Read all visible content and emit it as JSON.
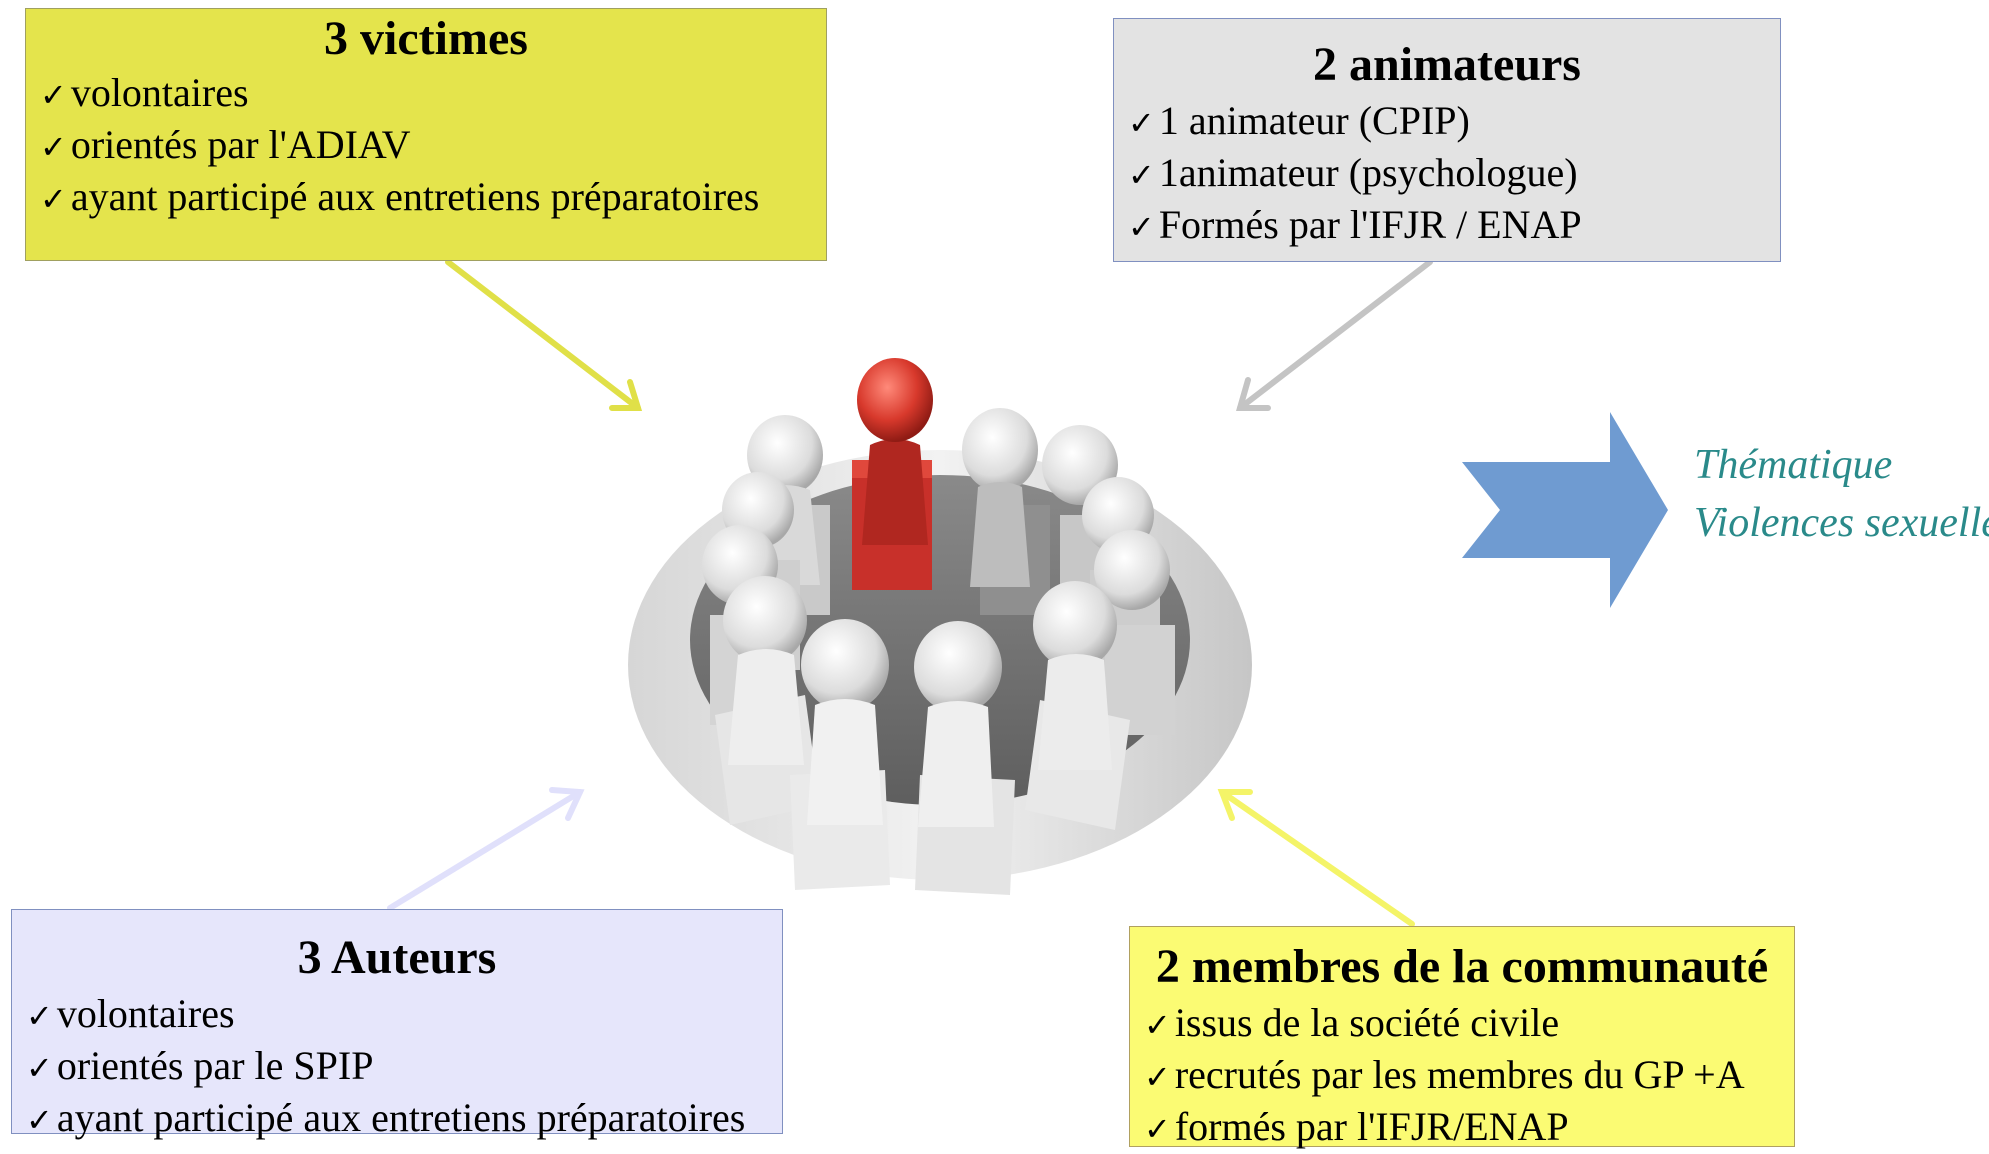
{
  "victims": {
    "title": "3 victimes",
    "items": [
      "volontaires",
      "orientés par l'ADIAV",
      "ayant participé aux entretiens préparatoires"
    ]
  },
  "animators": {
    "title": "2 animateurs",
    "items": [
      "1 animateur (CPIP)",
      "1animateur (psychologue)",
      "Formés par l'IFJR / ENAP"
    ]
  },
  "authors": {
    "title": "3 Auteurs",
    "items": [
      "volontaires",
      "orientés par le SPIP",
      "ayant participé aux entretiens préparatoires"
    ]
  },
  "community": {
    "title": "2 membres de la communauté",
    "items": [
      "issus de la société civile",
      "recrutés par les membres du GP +A",
      "formés par l'IFJR/ENAP"
    ]
  },
  "theme": {
    "line1": "Thématique",
    "line2": "Violences sexuelles"
  },
  "check_glyph": "✓",
  "colors": {
    "victims_bg": "#e4e44c",
    "animators_bg": "#e3e3e3",
    "authors_bg": "#e6e6fb",
    "community_bg": "#fbfb73",
    "theme_arrow": "#6f9bd1",
    "theme_text": "#2a8a8a",
    "highlight_figure": "#c8302a",
    "figure_grey": "#d8d8d8"
  }
}
